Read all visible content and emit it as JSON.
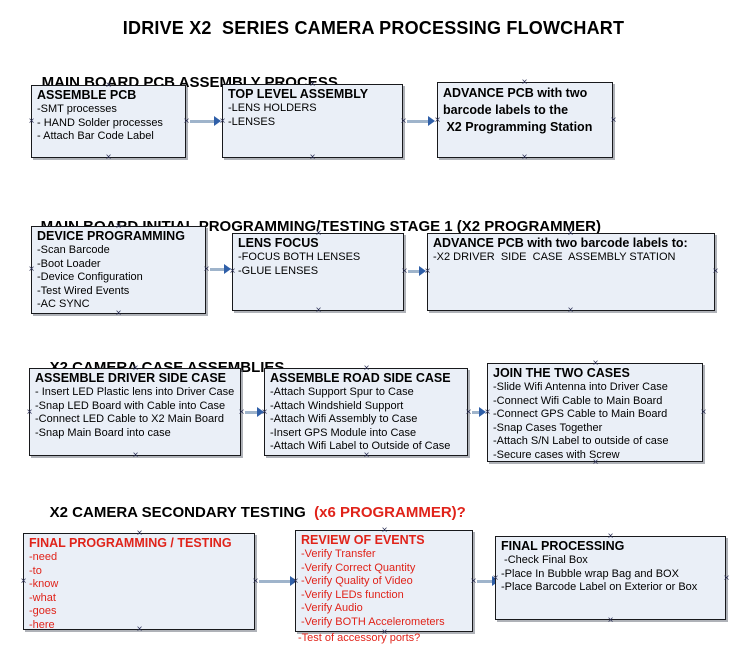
{
  "title": "IDRIVE X2  SERIES CAMERA PROCESSING FLOWCHART",
  "colors": {
    "box_fill": "#eaeff7",
    "box_border": "#18191c",
    "connector": "#9fb4cb",
    "arrowhead": "#2f5fa8",
    "red_text": "#e0231a",
    "black_text": "#000000"
  },
  "sections": [
    {
      "heading": "MAIN BOARD PCB ASSEMBLY PROCESS",
      "heading_red": "",
      "boxes": [
        {
          "header": "ASSEMBLE PCB",
          "items": [
            "-SMT processes",
            "- HAND Solder processes",
            "- Attach Bar Code Label"
          ]
        },
        {
          "header": "TOP LEVEL ASSEMBLY",
          "items": [
            "-LENS HOLDERS",
            "-LENSES"
          ]
        },
        {
          "header": "ADVANCE PCB with two",
          "header2": "barcode labels to the",
          "header3": " X2 Programming Station",
          "items": []
        }
      ]
    },
    {
      "heading": "MAIN BOARD INITIAL PROGRAMMING/TESTING STAGE 1 (X2 PROGRAMMER)",
      "heading_red": "",
      "boxes": [
        {
          "header": "DEVICE PROGRAMMING",
          "items": [
            "-Scan Barcode",
            "-Boot Loader",
            "-Device Configuration",
            "-Test Wired Events",
            "-AC SYNC"
          ]
        },
        {
          "header": "LENS FOCUS",
          "items": [
            "-FOCUS BOTH LENSES",
            "-GLUE LENSES"
          ]
        },
        {
          "header": "ADVANCE PCB with two barcode labels to:",
          "items": [
            "-X2 DRIVER  SIDE  CASE  ASSEMBLY STATION"
          ]
        }
      ]
    },
    {
      "heading": "X2 CAMERA CASE ASSEMBLIES",
      "heading_red": "",
      "boxes": [
        {
          "header": "ASSEMBLE DRIVER SIDE CASE",
          "items": [
            "- Insert LED Plastic lens into Driver Case",
            "-Snap LED Board with Cable into Case",
            "-Connect LED Cable to X2 Main Board",
            "-Snap Main Board into case"
          ]
        },
        {
          "header": "ASSEMBLE ROAD SIDE CASE",
          "items": [
            "-Attach Support Spur to Case",
            "-Attach Windshield Support",
            "-Attach Wifi Assembly to Case",
            "-Insert GPS Module into Case",
            "-Attach Wifi Label to Outside of Case"
          ]
        },
        {
          "header": "JOIN THE TWO CASES",
          "items": [
            "-Slide Wifi Antenna into Driver Case",
            "-Connect Wifi Cable to Main Board",
            "-Connect GPS Cable to Main Board",
            "-Snap Cases Together",
            "-Attach S/N Label to outside of case",
            "-Secure cases with Screw"
          ]
        }
      ]
    },
    {
      "heading": "X2 CAMERA SECONDARY TESTING ",
      "heading_red": " (x6 PROGRAMMER)?",
      "boxes": [
        {
          "header": "FINAL PROGRAMMING / TESTING",
          "items": [
            "-need",
            "-to",
            "-know",
            "-what",
            "-goes",
            "-here"
          ]
        },
        {
          "header": "REVIEW OF EVENTS",
          "items": [
            "-Verify Transfer",
            "-Verify Correct Quantity",
            "-Verify Quality of Video",
            "-Verify LEDs function",
            "-Verify Audio",
            "-Verify BOTH Accelerometers"
          ],
          "overflow_item": "-Test of accessory ports?"
        },
        {
          "header": "FINAL PROCESSING",
          "items": [
            " -Check Final Box",
            "-Place In Bubble wrap Bag and BOX",
            "-Place Barcode Label on Exterior or Box"
          ]
        }
      ]
    }
  ]
}
